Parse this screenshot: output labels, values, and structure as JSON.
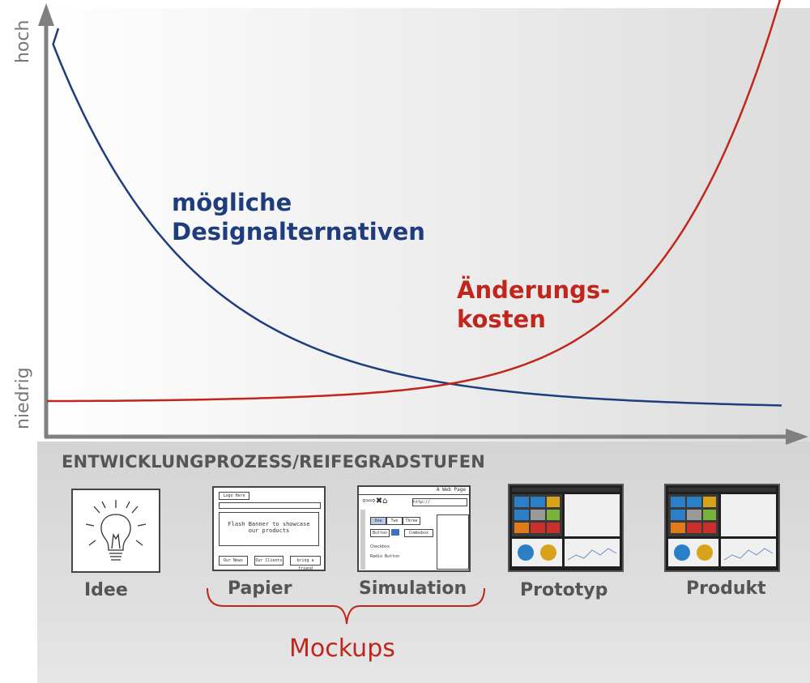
{
  "y_axis": {
    "top_label": "hoch",
    "bottom_label": "niedrig"
  },
  "curves": {
    "design_alternatives": {
      "label_line1": "mögliche",
      "label_line2": "Designalternativen",
      "color": "#1f3c7d"
    },
    "change_costs": {
      "label_line1": "Änderungs-",
      "label_line2": "kosten",
      "color": "#c0261b"
    }
  },
  "x_axis": {
    "title": "ENTWICKLUNGPROZESS/REIFEGRADSTUFEN"
  },
  "stages": [
    {
      "label": "Idee",
      "icon": "lightbulb-sketch-icon"
    },
    {
      "label": "Papier",
      "icon": "paper-wireframe-icon"
    },
    {
      "label": "Simulation",
      "icon": "simulation-wireframe-icon"
    },
    {
      "label": "Prototyp",
      "icon": "dashboard-screenshot-icon"
    },
    {
      "label": "Produkt",
      "icon": "dashboard-screenshot-icon"
    }
  ],
  "mockups": {
    "label": "Mockups",
    "color": "#c0261b"
  },
  "thumbnails": {
    "papier": {
      "btn1": "Logo Here",
      "banner_line1": "Flash Banner to showcase",
      "banner_line2": "our products",
      "b1": "Our News",
      "b2": "Our Clients",
      "b3": "bring a friend"
    },
    "simulation": {
      "title": "A Web Page",
      "url": "http://",
      "tab1": "One",
      "tab2": "Two",
      "tab3": "Three",
      "button": "Button",
      "combo": "Combobox",
      "checkbox": "Checkbox",
      "radio": "Radio Button"
    }
  },
  "colors": {
    "axis": "#808080",
    "panel_top": "#e8e8e8",
    "panel_bottom": "#d9d9d9"
  }
}
